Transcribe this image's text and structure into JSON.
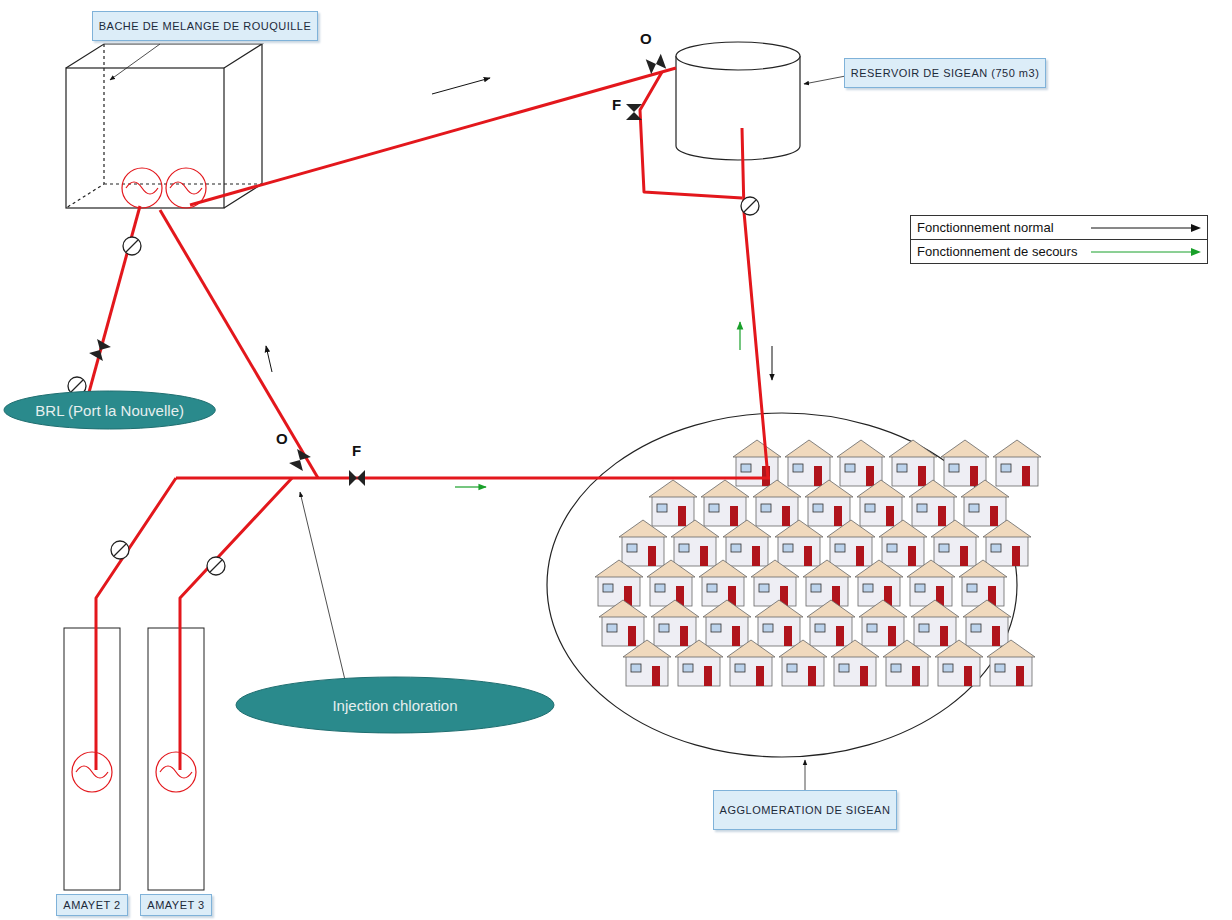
{
  "diagram": {
    "nodes": [
      {
        "text": [
          "BACHE DE MELANGE DE ROUQUILLE"
        ]
      },
      {
        "text": [
          "RESERVOIR DE SIGEAN (750 m3)"
        ]
      },
      {
        "text": [
          "BRL (Port la Nouvelle)"
        ]
      },
      {
        "text": [
          "Injection chloration"
        ]
      },
      {
        "text": [
          "AGGLOMERATION DE SIGEAN"
        ]
      },
      {
        "text": [
          "AMAYET 2"
        ]
      },
      {
        "text": [
          "AMAYET 3"
        ]
      }
    ],
    "labels": [
      "O",
      "F",
      "O",
      "F"
    ],
    "legend": [
      {
        "text": "Fonctionnement normal"
      },
      {
        "text": "Fonctionnement de secours"
      }
    ]
  }
}
